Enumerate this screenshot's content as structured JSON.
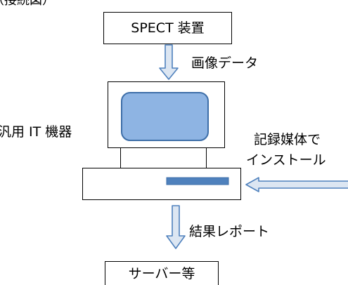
{
  "diagram": {
    "caption": "（接続図）",
    "nodes": {
      "spect_device": "SPECT 装置",
      "general_it_device": "汎用 IT 機器",
      "server": "サーバー等"
    },
    "edges": {
      "image_data": "画像データ",
      "install_media_line1": "記録媒体で",
      "install_media_line2": "インストール",
      "result_report": "結果レポート"
    },
    "colors": {
      "screen_fill": "#8eb4e3",
      "screen_stroke": "#3d6ea8",
      "arrow_fill": "#dce6f2",
      "arrow_stroke": "#4f81bd",
      "drive_slot": "#4f81bd",
      "line": "#000000"
    }
  }
}
